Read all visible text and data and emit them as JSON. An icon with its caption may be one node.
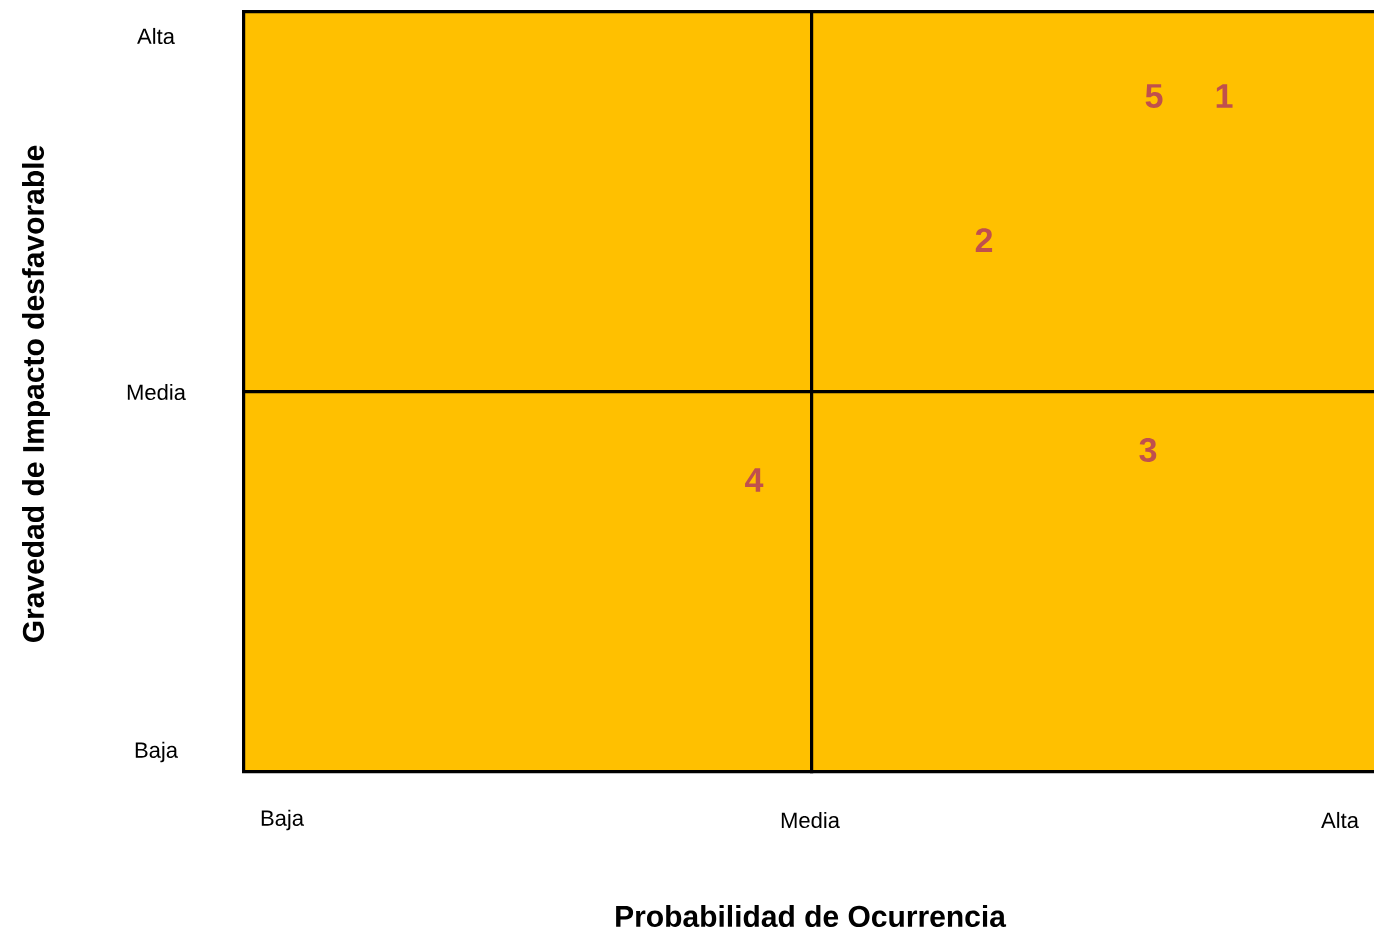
{
  "diagram": {
    "nodes": [
      {
        "text": [],
        "shape": "box"
      },
      {
        "text": [
          "5",
          "1",
          "2"
        ]
      },
      {
        "text": [
          "4"
        ]
      },
      {
        "text": [
          "3"
        ]
      }
    ],
    "labels": [
      "Gravedad de Impacto desfavorable",
      "Alta",
      "Media",
      "Baja",
      "Baja",
      "Media",
      "Alta",
      "Probabilidad de Ocurrencia"
    ]
  }
}
